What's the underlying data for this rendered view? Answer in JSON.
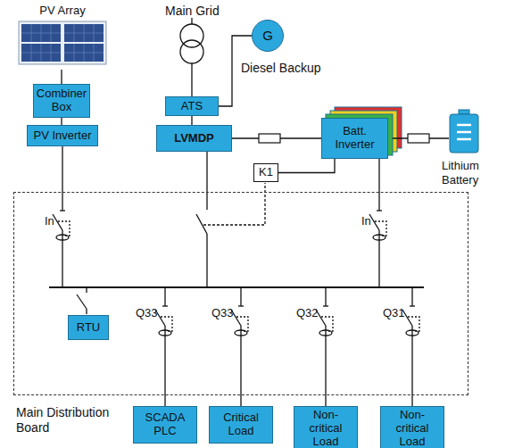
{
  "diagram": {
    "nodes": [
      {
        "text": [
          "PV Array"
        ]
      },
      {
        "text": [
          "G"
        ]
      },
      {
        "text": [
          "Combiner Box"
        ]
      },
      {
        "text": [
          "ATS"
        ]
      },
      {
        "text": [
          "PV Inverter"
        ]
      },
      {
        "text": [
          "LVMDP"
        ]
      },
      {
        "text": [
          "Batt. Inverter"
        ]
      },
      {
        "text": [
          "Lithium Battery"
        ]
      },
      {
        "text": [
          "Main Distribution Board"
        ]
      },
      {
        "text": [
          "K1"
        ]
      },
      {
        "text": [
          "RTU"
        ],
        "in": 8
      },
      {
        "text": [
          "SCADA PLC"
        ]
      },
      {
        "text": [
          "Critical Load"
        ]
      },
      {
        "text": [
          "Non-critical Load"
        ]
      },
      {
        "text": [
          "Non-critical Load"
        ]
      }
    ],
    "edges": [
      {
        "from": 0,
        "to": 2,
        "arrow": "none"
      },
      {
        "from": 2,
        "to": 4,
        "arrow": "none"
      },
      {
        "from": 1,
        "to": 3,
        "arrow": "none"
      },
      {
        "from": 3,
        "to": 5,
        "arrow": "none"
      },
      {
        "from": 5,
        "to": 6,
        "arrow": "none"
      },
      {
        "from": 6,
        "to": 7,
        "arrow": "none"
      },
      {
        "from": 9,
        "to": 6,
        "arrow": "none"
      }
    ],
    "labels": [
      "Main Grid",
      "Diesel Backup",
      "In",
      "In",
      "Q33",
      "Q33",
      "Q32",
      "Q31"
    ]
  }
}
